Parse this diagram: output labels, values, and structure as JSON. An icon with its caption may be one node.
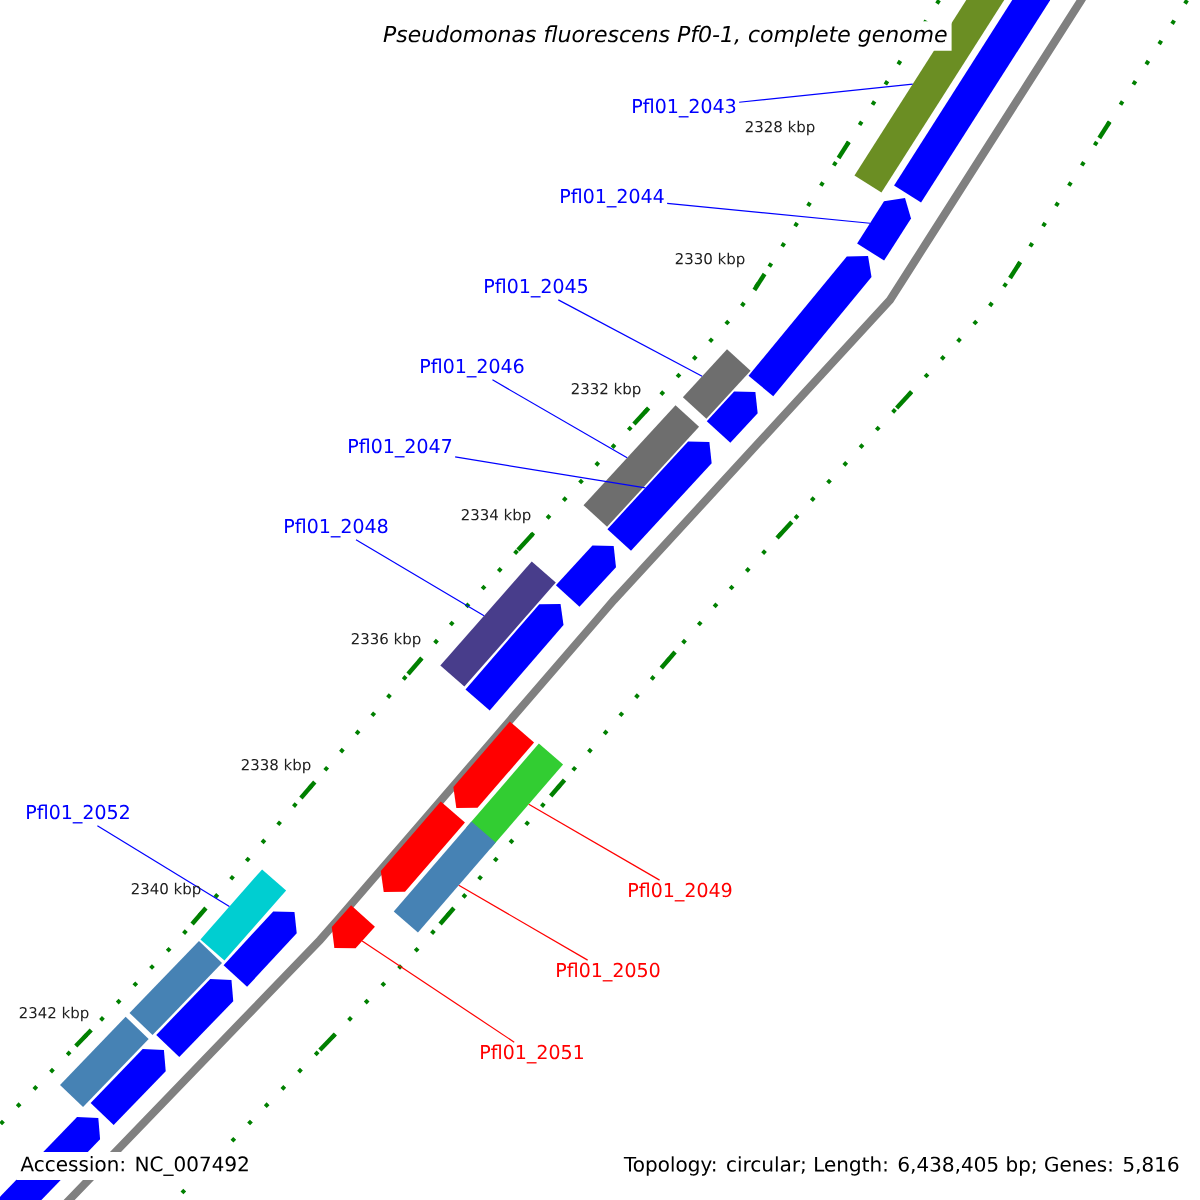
{
  "diagram": {
    "title": "Pseudomonas fluorescens Pf0-1, complete genome",
    "nodes": [
      {
        "text": [
          "Pfl01_2043"
        ]
      },
      {
        "text": [
          "Pfl01_2044"
        ]
      },
      {
        "text": [
          "Pfl01_2045"
        ]
      },
      {
        "text": [
          "Pfl01_2046"
        ]
      },
      {
        "text": [
          "Pfl01_2047"
        ]
      },
      {
        "text": [
          "Pfl01_2048"
        ]
      },
      {
        "text": [
          "Pfl01_2052"
        ]
      },
      {
        "text": [
          "Pfl01_2049"
        ]
      },
      {
        "text": [
          "Pfl01_2050"
        ]
      },
      {
        "text": [
          "Pfl01_2051"
        ]
      },
      {
        "text": [],
        "shape": "bar"
      },
      {
        "text": [],
        "shape": "pentagon"
      },
      {
        "text": [],
        "shape": "pentagon"
      },
      {
        "text": [],
        "shape": "pentagon"
      },
      {
        "text": [],
        "shape": "bar"
      },
      {
        "text": [],
        "shape": "pentagon"
      },
      {
        "text": [],
        "shape": "bar"
      },
      {
        "text": [],
        "shape": "pentagon"
      },
      {
        "text": [],
        "shape": "pentagon"
      },
      {
        "text": [],
        "shape": "bar"
      },
      {
        "text": [],
        "shape": "pentagon"
      },
      {
        "text": [],
        "shape": "pentagon"
      },
      {
        "text": [],
        "shape": "bar"
      },
      {
        "text": [],
        "shape": "pentagon"
      },
      {
        "text": [],
        "shape": "bar"
      },
      {
        "text": [],
        "shape": "bar"
      },
      {
        "text": [],
        "shape": "pentagon"
      },
      {
        "text": [],
        "shape": "pentagon"
      },
      {
        "text": [],
        "shape": "bar"
      },
      {
        "text": [],
        "shape": "pentagon"
      },
      {
        "text": [],
        "shape": "bar"
      },
      {
        "text": [],
        "shape": "pentagon"
      },
      {
        "text": [],
        "shape": "pentagon"
      }
    ],
    "edges": [
      {
        "from": 0,
        "to": 10,
        "arrow": "none"
      },
      {
        "from": 1,
        "to": 12,
        "arrow": "none"
      },
      {
        "from": 2,
        "to": 14,
        "arrow": "none"
      },
      {
        "from": 3,
        "to": 16,
        "arrow": "none"
      },
      {
        "from": 4,
        "to": 17,
        "arrow": "none"
      },
      {
        "from": 5,
        "to": 19,
        "arrow": "none"
      },
      {
        "from": 6,
        "to": 25,
        "arrow": "none"
      },
      {
        "from": 7,
        "to": 22,
        "arrow": "none",
        "color": "#ff0000"
      },
      {
        "from": 8,
        "to": 24,
        "arrow": "none",
        "color": "#ff0000"
      },
      {
        "from": 9,
        "to": 27,
        "arrow": "none",
        "color": "#ff0000"
      }
    ],
    "labels": [
      "2328 kbp",
      "2330 kbp",
      "2332 kbp",
      "2334 kbp",
      "2336 kbp",
      "2338 kbp",
      "2340 kbp",
      "2342 kbp",
      "Accession: NC_007492",
      "Topology: circular; Length: 6,438,405 bp; Genes: 5,816"
    ]
  }
}
